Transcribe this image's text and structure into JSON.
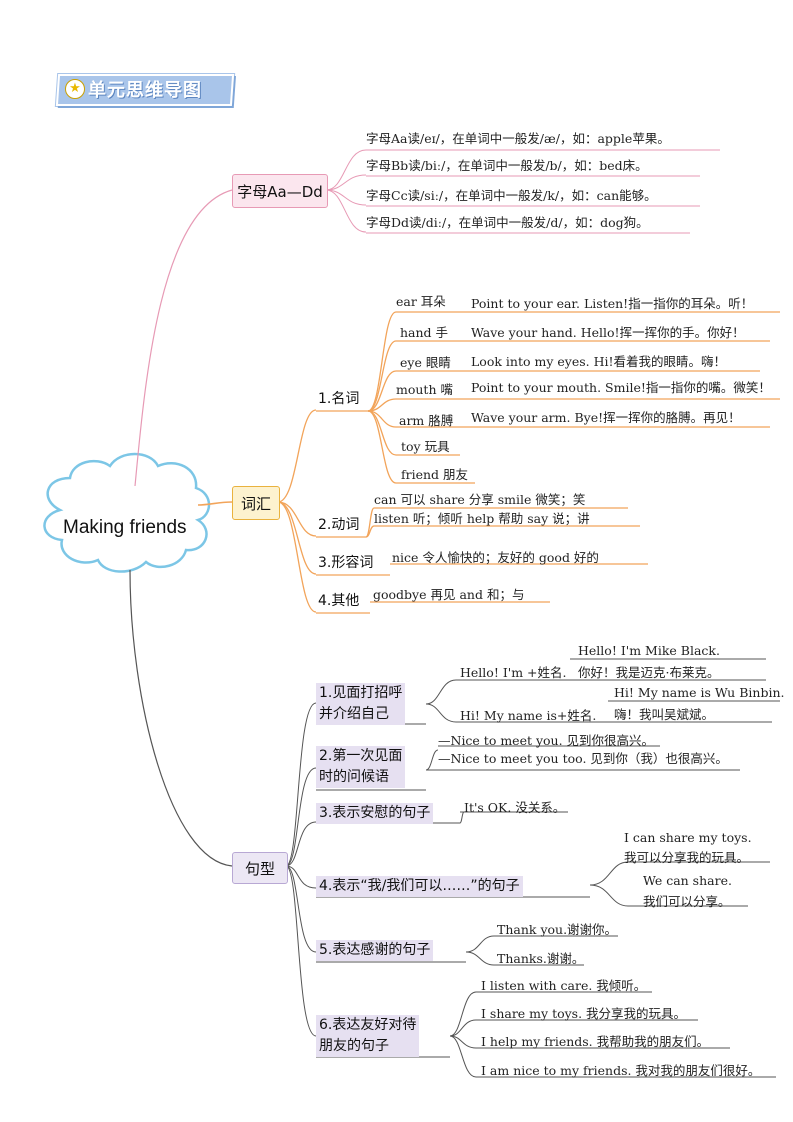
{
  "title": "单元思维导图",
  "center": "Making friends",
  "branches": {
    "letters": {
      "label": "字母Aa—Dd",
      "items": [
        "字母Aa读/eɪ/，在单词中一般发/æ/，如：apple苹果。",
        "字母Bb读/biː/，在单词中一般发/b/，如：bed床。",
        "字母Cc读/siː/，在单词中一般发/k/，如：can能够。",
        "字母Dd读/diː/，在单词中一般发/d/，如：dog狗。"
      ]
    },
    "vocab": {
      "label": "词汇",
      "nouns": {
        "label": "1.名词",
        "rows": [
          {
            "word": "ear 耳朵",
            "example": "Point to your ear. Listen!指一指你的耳朵。听！"
          },
          {
            "word": "hand 手",
            "example": "Wave your hand. Hello!挥一挥你的手。你好！"
          },
          {
            "word": "eye 眼睛",
            "example": "Look into my eyes. Hi!看着我的眼睛。嗨！"
          },
          {
            "word": "mouth 嘴",
            "example": "Point to your mouth. Smile!指一指你的嘴。微笑！"
          },
          {
            "word": "arm 胳膊",
            "example": "Wave your arm. Bye!挥一挥你的胳膊。再见！"
          },
          {
            "word": "toy 玩具",
            "example": ""
          },
          {
            "word": "friend 朋友",
            "example": ""
          }
        ]
      },
      "verbs": {
        "label": "2.动词",
        "line1": "can 可以    share 分享    smile 微笑；笑",
        "line2": "listen 听；倾听     help 帮助     say 说；讲"
      },
      "adjectives": {
        "label": "3.形容词",
        "line": "nice 令人愉快的；友好的      good 好的"
      },
      "others": {
        "label": "4.其他",
        "line": "goodbye 再见     and 和；与"
      }
    },
    "sentences": {
      "label": "句型",
      "greet": {
        "label1": "1.见面打招呼",
        "label2": "并介绍自己",
        "pattern1": "Hello! I'm +姓名.",
        "example1_en": "Hello! I'm Mike Black.",
        "example1_zh": "你好！我是迈克·布莱克。",
        "pattern2": "Hi! My name is+姓名.",
        "example2_en": "Hi! My name is Wu Binbin.",
        "example2_zh": "嗨！我叫吴斌斌。"
      },
      "first_meet": {
        "label1": "2.第一次见面",
        "label2": "时的问候语",
        "line1": "—Nice to meet you. 见到你很高兴。",
        "line2": "—Nice to meet you too. 见到你（我）也很高兴。"
      },
      "comfort": {
        "label": "3.表示安慰的句子",
        "line": "It's OK. 没关系。"
      },
      "we_can": {
        "label": "4.表示“我/我们可以……”的句子",
        "a_en": "I can share my toys.",
        "a_zh": "我可以分享我的玩具。",
        "b_en": "We can share.",
        "b_zh": "我们可以分享。"
      },
      "thanks": {
        "label": "5.表达感谢的句子",
        "a": "Thank you.谢谢你。",
        "b": "Thanks.谢谢。"
      },
      "friendly": {
        "label1": "6.表达友好对待",
        "label2": "朋友的句子",
        "items": [
          "I listen with care. 我倾听。",
          "I share my toys. 我分享我的玩具。",
          "I help my friends. 我帮助我的朋友们。",
          "I am nice to my friends. 我对我的朋友们很好。"
        ]
      }
    }
  },
  "colors": {
    "pink": "#e79ab5",
    "orange": "#f2a45a",
    "gray": "#555555",
    "banner": "#a9c5ea"
  },
  "icons": [
    "star-icon",
    "cloud-shape"
  ]
}
